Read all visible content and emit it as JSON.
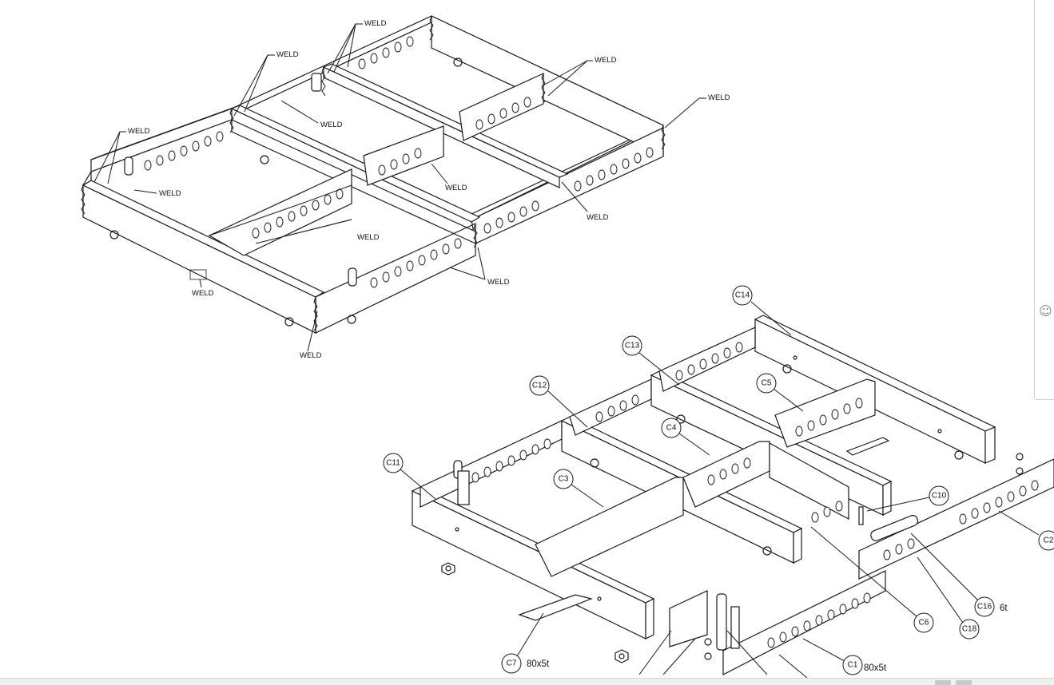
{
  "weld_label": "WELD",
  "balloons": {
    "c1": "C1",
    "c2": "C2",
    "c3": "C3",
    "c4": "C4",
    "c5": "C5",
    "c6": "C6",
    "c7": "C7",
    "c10": "C10",
    "c11": "C11",
    "c12": "C12",
    "c13": "C13",
    "c14": "C14",
    "c16": "C16",
    "c18": "C18"
  },
  "specs": {
    "c1": "80x5t",
    "c7": "80x5t",
    "c16": "6t"
  },
  "side_panel": {
    "emoji_icon": "smiley-icon",
    "emoji_glyph": "☺"
  }
}
